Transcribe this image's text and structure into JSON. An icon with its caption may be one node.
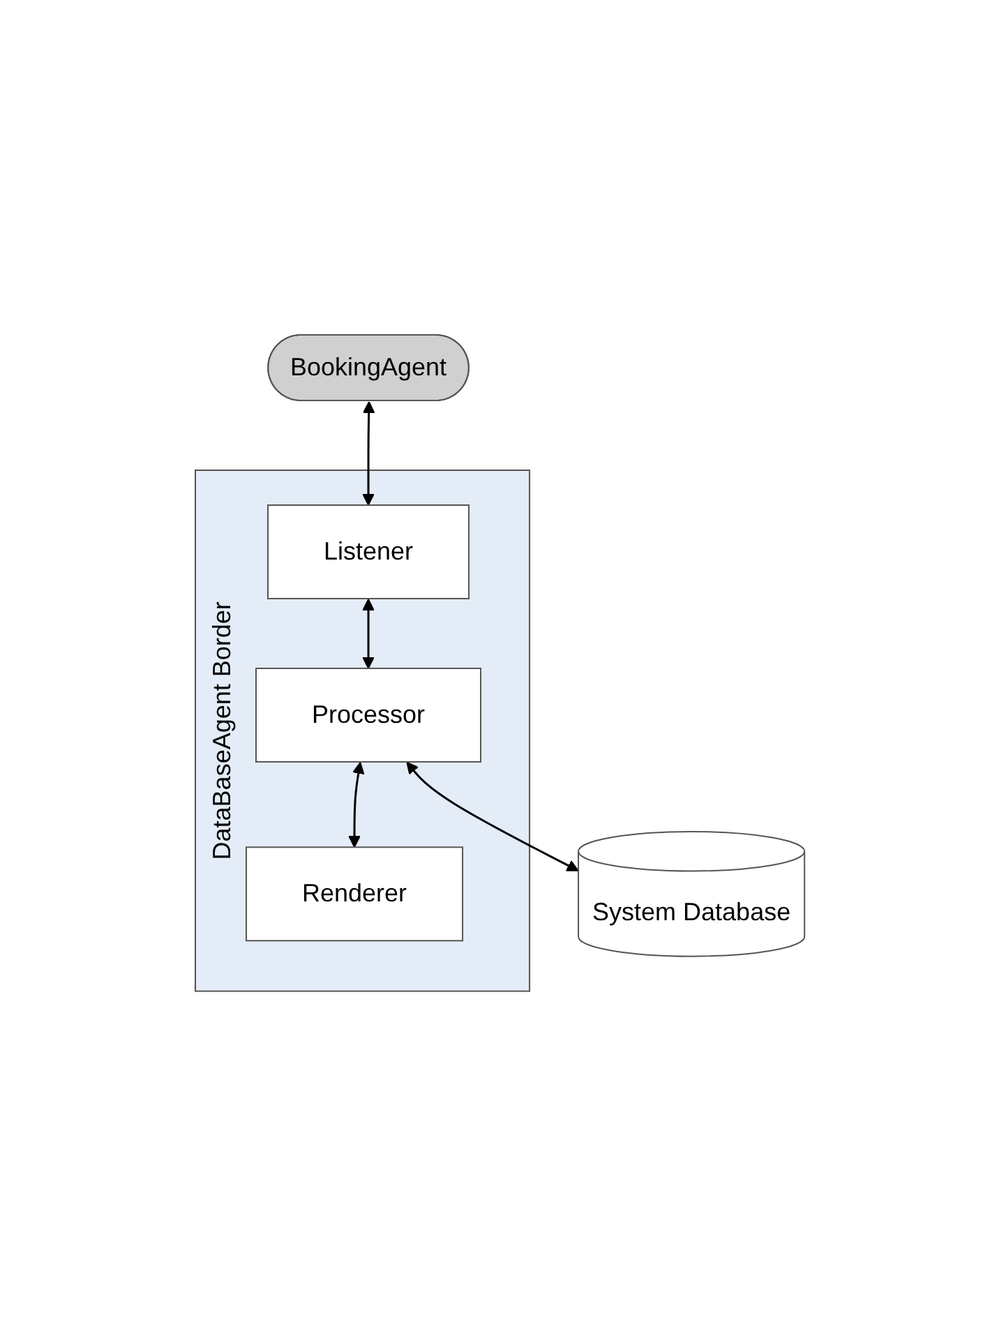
{
  "diagram": {
    "nodes": [
      {
        "text": [
          "BookingAgent"
        ]
      },
      {
        "text": [
          "DataBaseAgent Border"
        ]
      },
      {
        "text": [
          "Listener"
        ],
        "in": 1
      },
      {
        "text": [
          "Processor"
        ],
        "in": 1
      },
      {
        "text": [
          "Renderer"
        ],
        "in": 1
      },
      {
        "text": [
          "System Database"
        ]
      }
    ],
    "edges": [
      {
        "from": 0,
        "to": 2,
        "arrow": "both"
      },
      {
        "from": 2,
        "to": 3,
        "arrow": "both"
      },
      {
        "from": 3,
        "to": 4,
        "arrow": "both"
      },
      {
        "from": 3,
        "to": 5,
        "arrow": "both"
      }
    ]
  }
}
